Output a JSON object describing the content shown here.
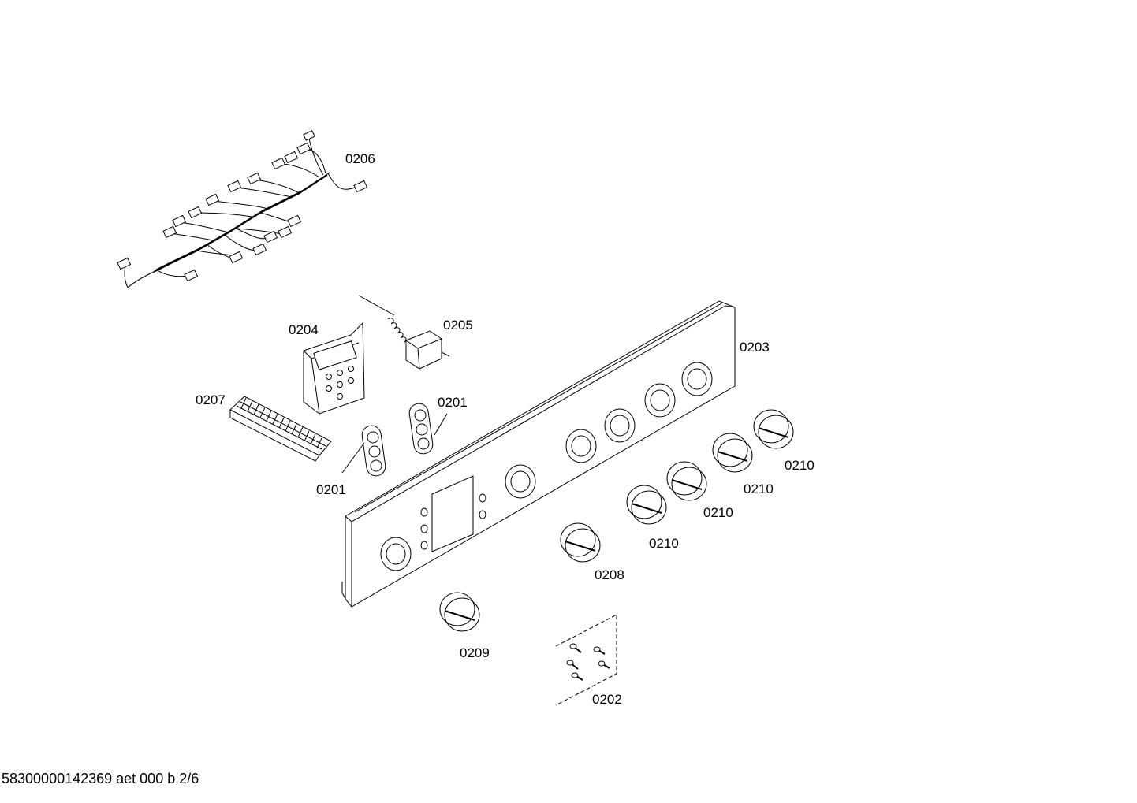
{
  "labels": {
    "p0206": "0206",
    "p0204": "0204",
    "p0205": "0205",
    "p0203": "0203",
    "p0207": "0207",
    "p0201a": "0201",
    "p0201b": "0201",
    "p0210a": "0210",
    "p0210b": "0210",
    "p0210c": "0210",
    "p0210d": "0210",
    "p0208": "0208",
    "p0209": "0209",
    "p0202": "0202"
  },
  "footer": "58300000142369 aet 000 b 2/6"
}
